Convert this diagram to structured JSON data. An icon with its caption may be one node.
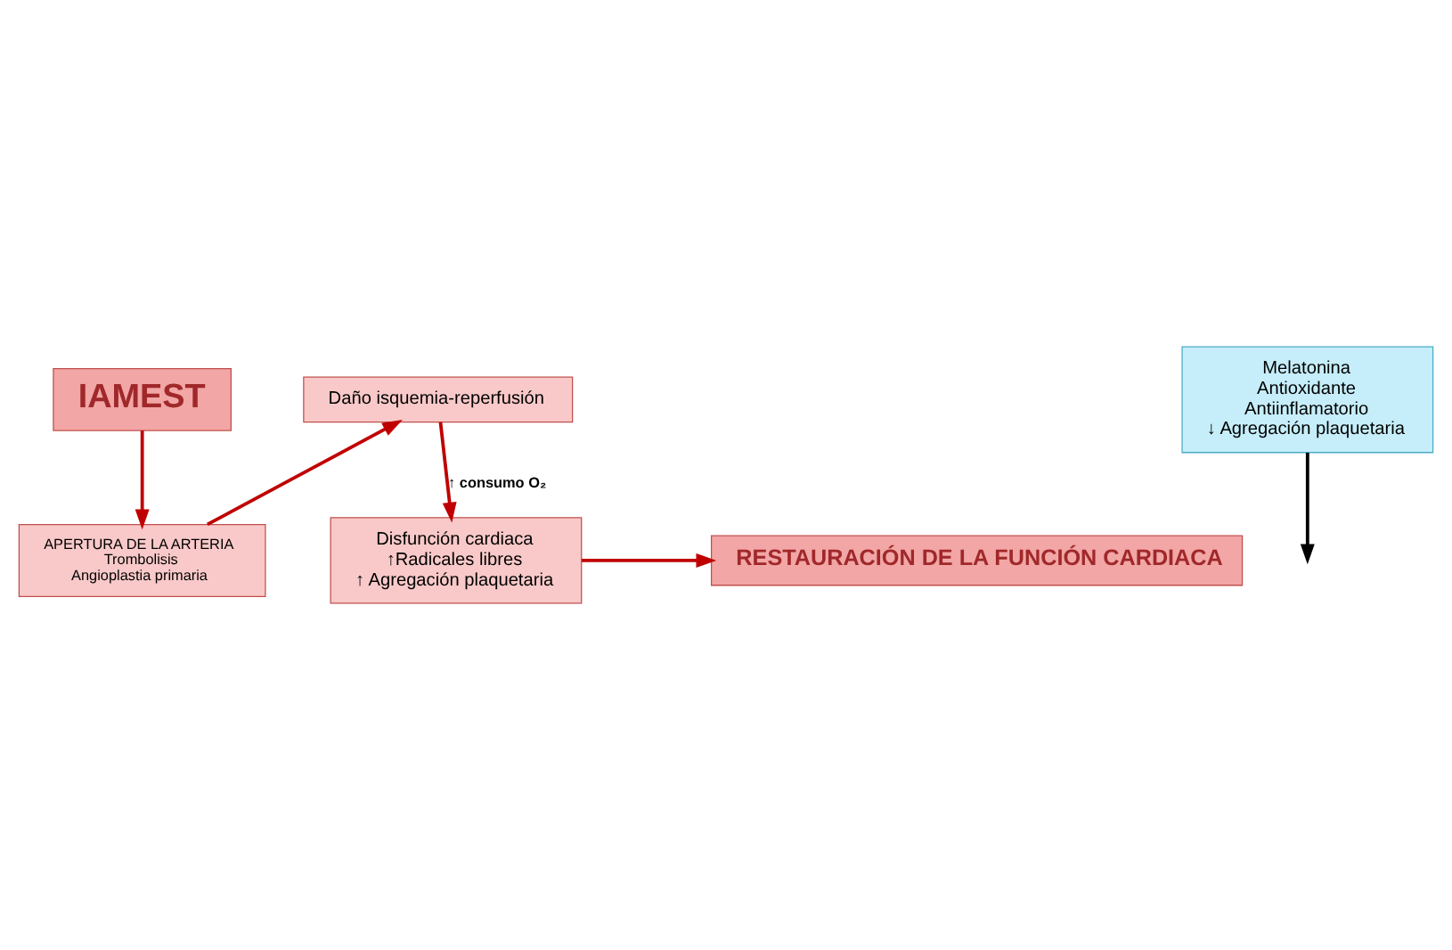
{
  "diagram": {
    "nodes": [
      {
        "text": [
          "IAMEST"
        ]
      },
      {
        "text": [
          "APERTURA DE LA ARTERIA",
          "Trombolisis",
          "Angioplastia primaria"
        ]
      },
      {
        "text": [
          "Daño isquemia-reperfusión"
        ]
      },
      {
        "text": [
          "Melatonina",
          "Antioxidante",
          "Antiinflamatorio",
          "↓ Agregación plaquetaria"
        ]
      },
      {
        "text": [
          "Disfunción cardiaca",
          "↑Radicales libres",
          "↑ Agregación plaquetaria"
        ]
      },
      {
        "text": [
          "RESTAURACIÓN DE LA FUNCIÓN CARDIACA"
        ]
      }
    ],
    "edges": [
      {
        "from": 0,
        "to": 1,
        "arrow": "to"
      },
      {
        "from": 1,
        "to": 2,
        "arrow": "to"
      },
      {
        "from": 2,
        "to": 4,
        "arrow": "to",
        "label": "↑ consumo O₂"
      },
      {
        "from": 3,
        "to": null,
        "arrow": "to",
        "color": "#000000"
      },
      {
        "from": 4,
        "to": 5,
        "arrow": "to"
      }
    ]
  }
}
